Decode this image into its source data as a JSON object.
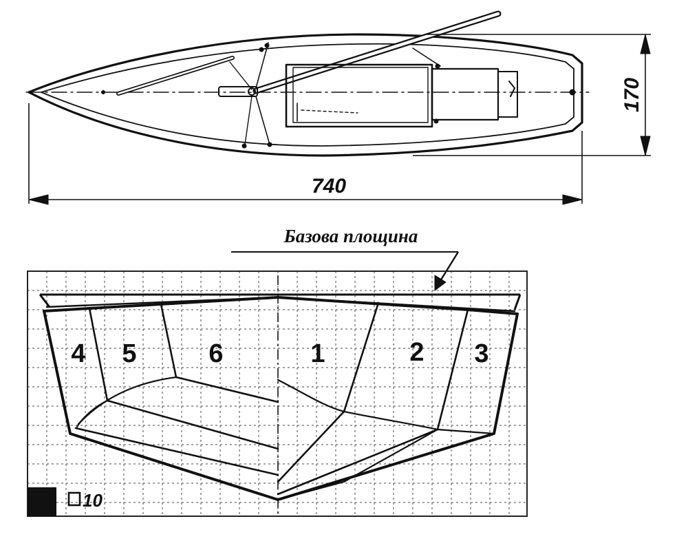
{
  "top_view": {
    "length_label": "740",
    "beam_label": "170"
  },
  "body_plan": {
    "caption": "Базова площина",
    "sections_left": [
      "4",
      "5",
      "6"
    ],
    "sections_right": [
      "1",
      "2",
      "3"
    ],
    "scale_label": "10"
  }
}
